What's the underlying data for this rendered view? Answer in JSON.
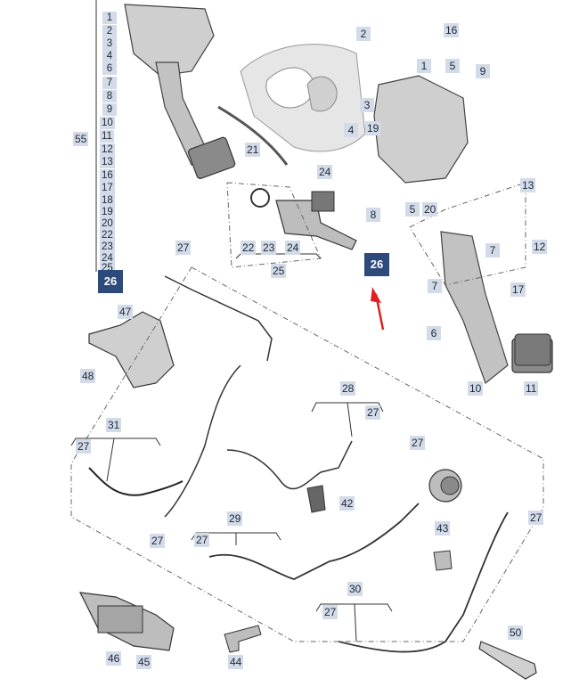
{
  "labels": {
    "l1": "1",
    "l2": "2",
    "l3": "3",
    "l4": "4",
    "l5": "5",
    "l6": "6",
    "l7": "7",
    "l8": "8",
    "l9": "9",
    "l10": "10",
    "l11": "11",
    "l12": "12",
    "l13": "13",
    "l16": "16",
    "l17": "17",
    "l18": "18",
    "l19": "19",
    "l20": "20",
    "l21": "21",
    "l22": "22",
    "l23": "23",
    "l24": "24",
    "l25": "25",
    "l26": "26",
    "l27": "27",
    "l28": "28",
    "l29": "29",
    "l30": "30",
    "l31": "31",
    "l42": "42",
    "l43": "43",
    "l44": "44",
    "l45": "45",
    "l46": "46",
    "l47": "47",
    "l48": "48",
    "l50": "50",
    "l55": "55"
  },
  "column_list": [
    "1",
    "2",
    "3",
    "4",
    "6",
    "7",
    "8",
    "9",
    "10",
    "11",
    "12",
    "13",
    "16",
    "17",
    "18",
    "19",
    "20",
    "22",
    "23",
    "24",
    "25"
  ],
  "highlight_label": "26",
  "colors": {
    "label_bg": "#d3dbe8",
    "highlight_bg": "#2e4a7a",
    "arrow": "#e02020",
    "line": "#333333",
    "part_fill": "#c9c9c9"
  }
}
